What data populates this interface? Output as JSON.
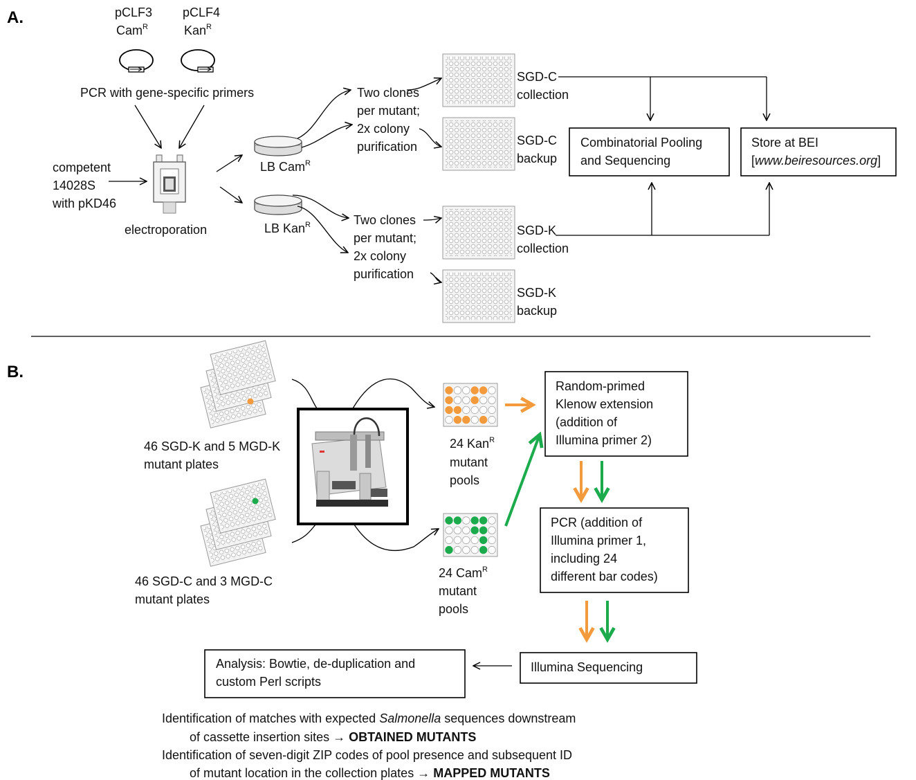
{
  "panel_a": {
    "label": "A.",
    "plasmid1": {
      "name": "pCLF3",
      "marker_base": "Cam",
      "marker_sup": "R"
    },
    "plasmid2": {
      "name": "pCLF4",
      "marker_base": "Kan",
      "marker_sup": "R"
    },
    "pcr_step": "PCR with gene-specific primers",
    "competent_line1": "competent",
    "competent_line2": "14028S",
    "competent_line3": "with pKD46",
    "electroporation": "electroporation",
    "lb_cam_base": "LB Cam",
    "lb_cam_sup": "R",
    "lb_kan_base": "LB Kan",
    "lb_kan_sup": "R",
    "clones_line1": "Two clones",
    "clones_line2": "per mutant;",
    "clones_line3": "2x colony",
    "clones_line4": "purification",
    "sgd_c_collection_1": "SGD-C",
    "sgd_c_collection_2": "collection",
    "sgd_c_backup_1": "SGD-C",
    "sgd_c_backup_2": "backup",
    "sgd_k_collection_1": "SGD-K",
    "sgd_k_collection_2": "collection",
    "sgd_k_backup_1": "SGD-K",
    "sgd_k_backup_2": "backup",
    "pooling_line1": "Combinatorial Pooling",
    "pooling_line2": "and Sequencing",
    "bei_line1": "Store at BEI",
    "bei_url": "www.beiresources.org"
  },
  "panel_b": {
    "label": "B.",
    "k_plates_line1": "46 SGD-K and 5 MGD-K",
    "k_plates_line2": "mutant plates",
    "c_plates_line1": "46 SGD-C and 3 MGD-C",
    "c_plates_line2": "mutant plates",
    "kan_pools_line1_base": "24 Kan",
    "kan_pools_sup": "R",
    "kan_pools_line2": "mutant",
    "kan_pools_line3": "pools",
    "cam_pools_line1_base": "24 Cam",
    "cam_pools_sup": "R",
    "cam_pools_line2": "mutant",
    "cam_pools_line3": "pools",
    "klenow_line1": "Random-primed",
    "klenow_line2": "Klenow extension",
    "klenow_line3": "(addition of",
    "klenow_line4": "Illumina primer 2)",
    "pcr_line1": "PCR (addition of",
    "pcr_line2": "Illumina primer 1,",
    "pcr_line3": "including 24",
    "pcr_line4": "different bar codes)",
    "sequencing": "Illumina Sequencing",
    "analysis_line1": "Analysis: Bowtie, de-duplication and",
    "analysis_line2": "custom Perl scripts",
    "note1_pre": "Identification of matches with expected ",
    "note1_ital": "Salmonella",
    "note1_post": " sequences downstream",
    "note2_pre": "of cassette insertion sites → ",
    "note2_bold": "OBTAINED MUTANTS",
    "note3": "Identification of seven-digit ZIP codes of pool presence and subsequent ID",
    "note4_pre": "of mutant location in the collection plates → ",
    "note4_bold": "MAPPED MUTANTS"
  },
  "colors": {
    "orange": "#f39a3c",
    "green": "#1cab4c"
  },
  "icons": [
    "plasmid-icon",
    "electroporation-cuvette-icon",
    "petri-dish-icon",
    "96-well-plate-icon",
    "pipetting-robot-icon"
  ]
}
